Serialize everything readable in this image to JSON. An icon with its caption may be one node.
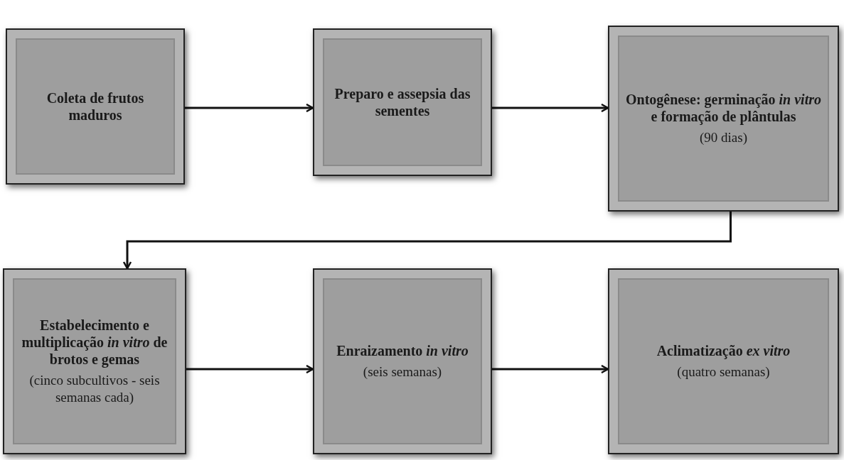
{
  "diagram": {
    "nodes": [
      {
        "text": [
          "Coleta de frutos maduros"
        ]
      },
      {
        "text": [
          "Preparo e assepsia das sementes"
        ]
      },
      {
        "text": [
          "Ontogênese: germinação *in vitro* e formação de plântulas",
          "(90 dias)"
        ]
      },
      {
        "text": [
          "Estabelecimento e multiplicação *in vitro* de brotos e gemas",
          "(cinco subcultivos - seis semanas cada)"
        ]
      },
      {
        "text": [
          "Enraizamento *in vitro*",
          "(seis semanas)"
        ]
      },
      {
        "text": [
          "Aclimatização *ex vitro*",
          "(quatro semanas)"
        ]
      }
    ],
    "edges": [
      {
        "from": 0,
        "to": 1,
        "arrow": "to"
      },
      {
        "from": 1,
        "to": 2,
        "arrow": "to"
      },
      {
        "from": 2,
        "to": 3,
        "arrow": "to"
      },
      {
        "from": 3,
        "to": 4,
        "arrow": "to"
      },
      {
        "from": 4,
        "to": 5,
        "arrow": "to"
      }
    ]
  }
}
